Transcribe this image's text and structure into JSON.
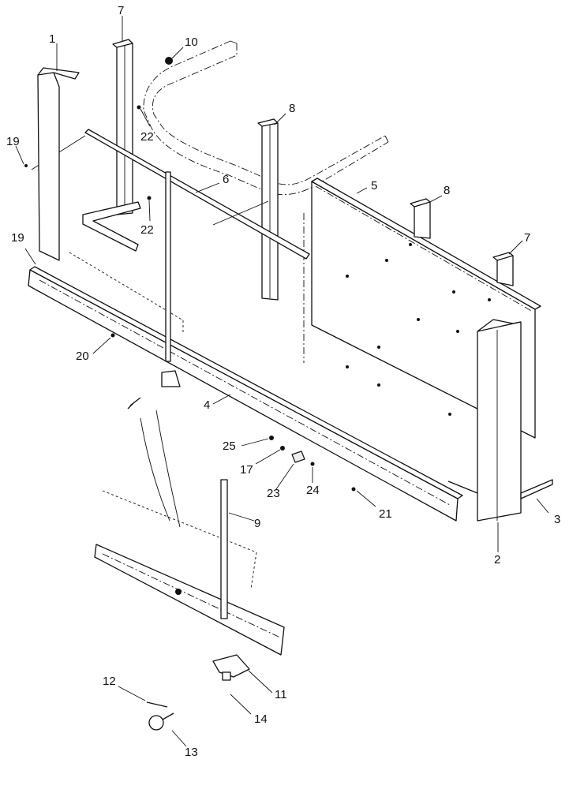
{
  "callouts": [
    {
      "id": "c1",
      "text": "1"
    },
    {
      "id": "c7a",
      "text": "7"
    },
    {
      "id": "c10",
      "text": "10"
    },
    {
      "id": "c19a",
      "text": "19"
    },
    {
      "id": "c22a",
      "text": "22"
    },
    {
      "id": "c8a",
      "text": "8"
    },
    {
      "id": "c6",
      "text": "6"
    },
    {
      "id": "c5",
      "text": "5"
    },
    {
      "id": "c8b",
      "text": "8"
    },
    {
      "id": "c22b",
      "text": "22"
    },
    {
      "id": "c19b",
      "text": "19"
    },
    {
      "id": "c7b",
      "text": "7"
    },
    {
      "id": "c20",
      "text": "20"
    },
    {
      "id": "c4",
      "text": "4"
    },
    {
      "id": "c25",
      "text": "25"
    },
    {
      "id": "c17",
      "text": "17"
    },
    {
      "id": "c23",
      "text": "23"
    },
    {
      "id": "c24",
      "text": "24"
    },
    {
      "id": "c21",
      "text": "21"
    },
    {
      "id": "c9",
      "text": "9"
    },
    {
      "id": "c3",
      "text": "3"
    },
    {
      "id": "c2",
      "text": "2"
    },
    {
      "id": "c11",
      "text": "11"
    },
    {
      "id": "c12",
      "text": "12"
    },
    {
      "id": "c14",
      "text": "14"
    },
    {
      "id": "c13",
      "text": "13"
    }
  ]
}
